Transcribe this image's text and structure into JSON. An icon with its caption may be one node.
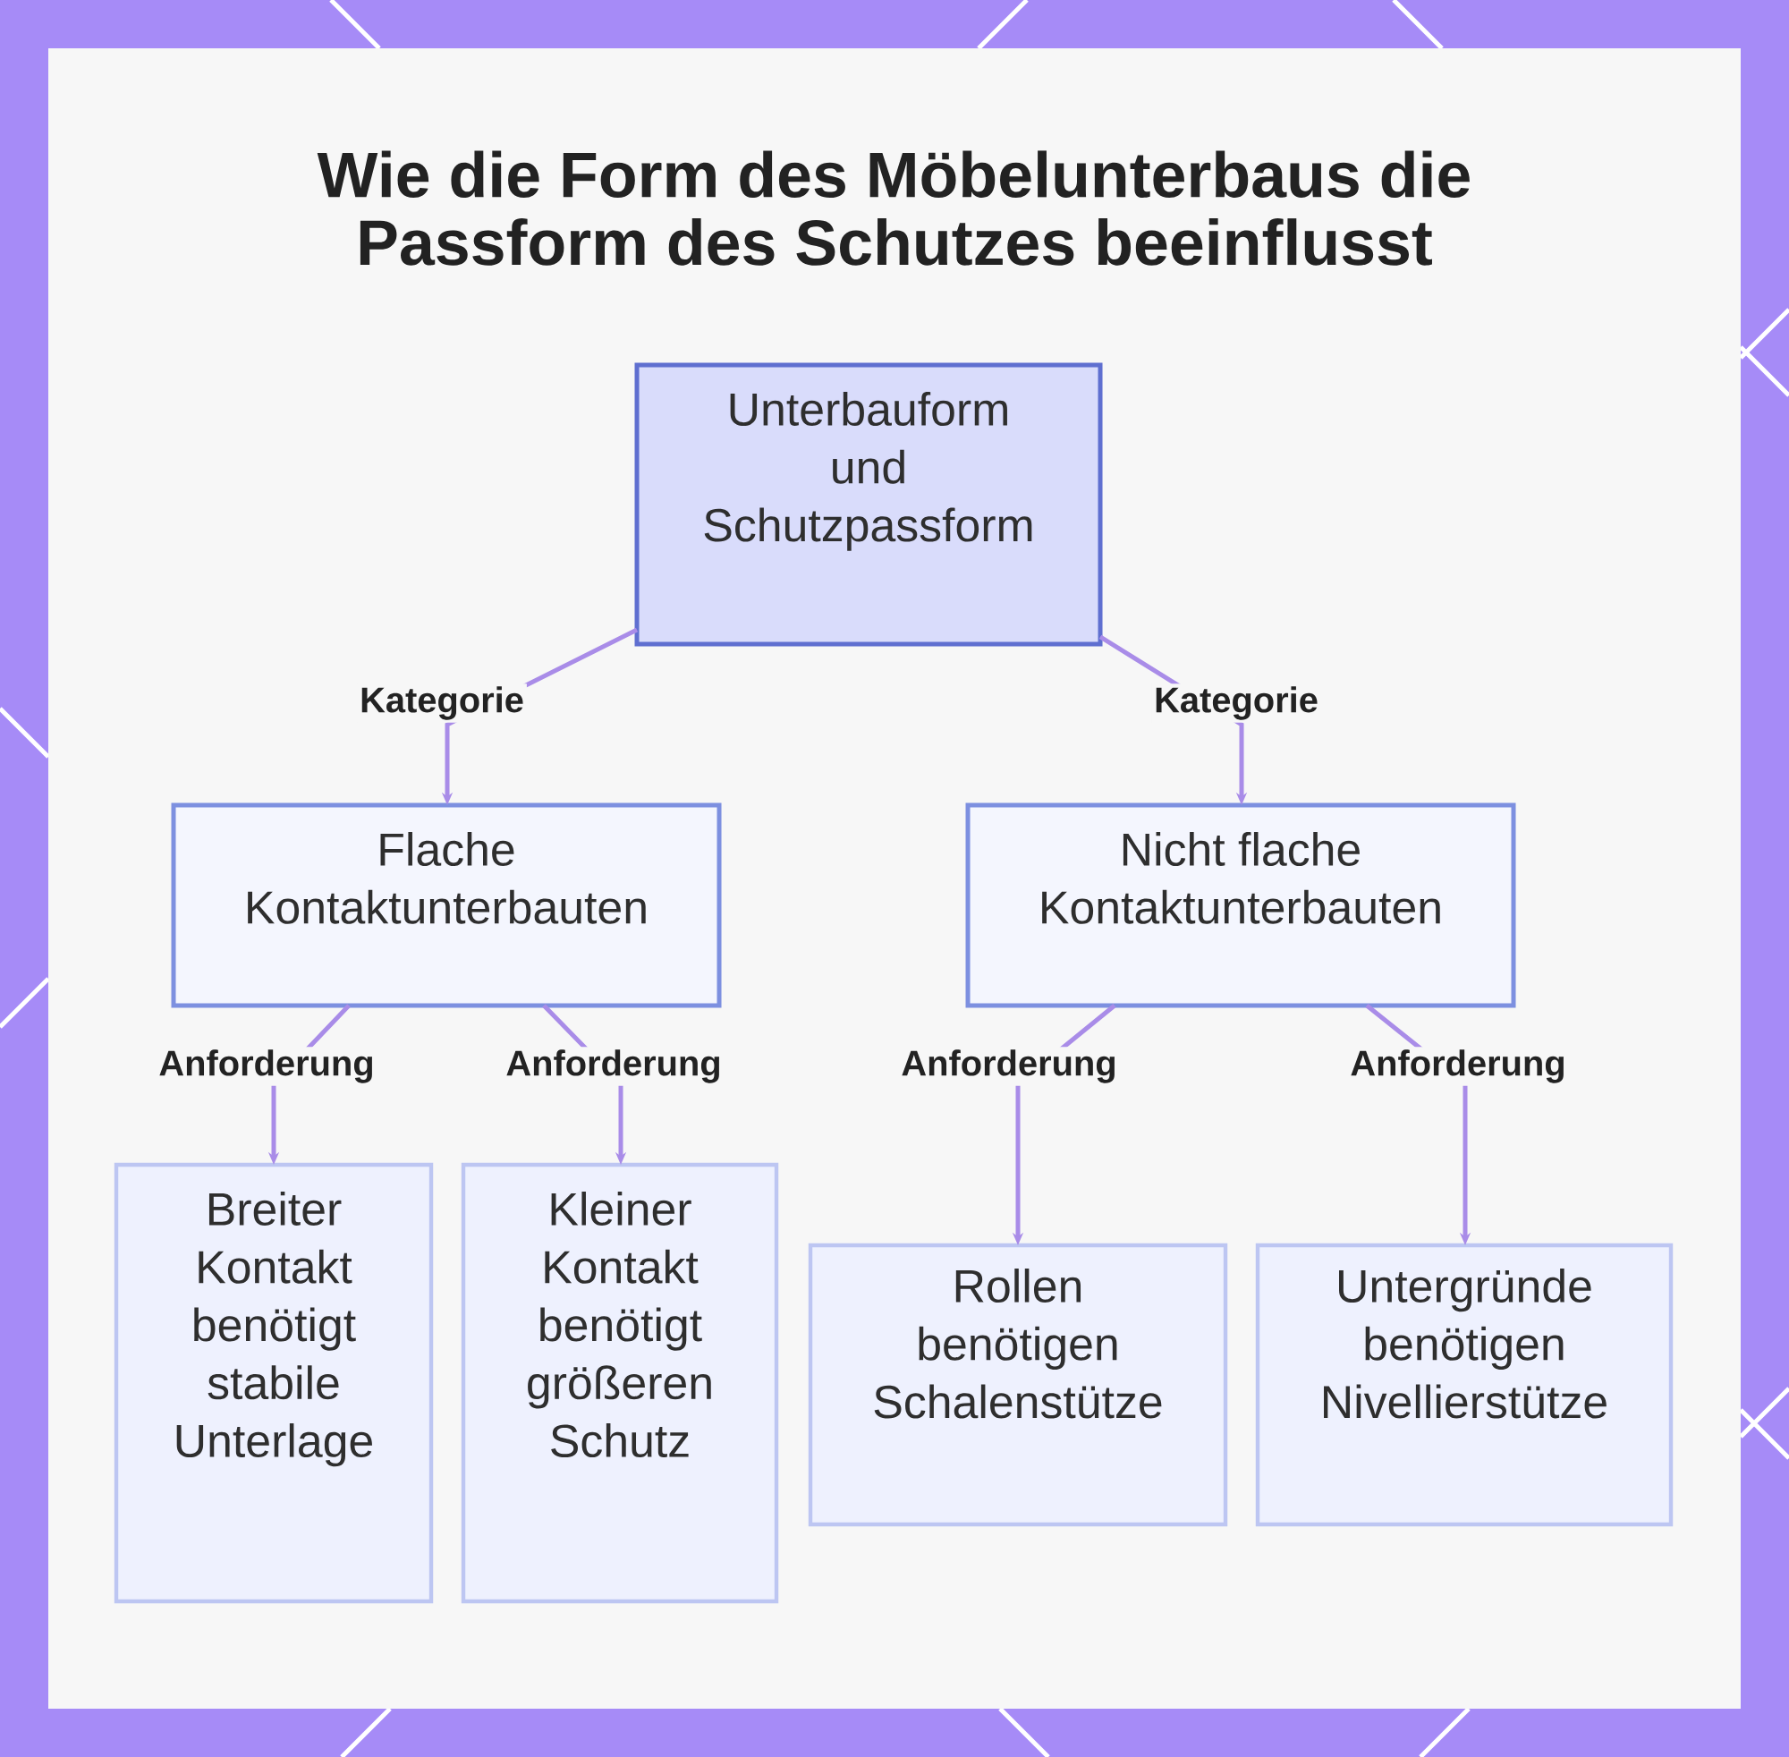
{
  "diagram": {
    "title": "Wie die Form des Möbelunterbaus die Passform des Schutzes beeinflusst",
    "nodes": [
      {
        "text": [
          "Unterbauform und Schutzpassform"
        ]
      },
      {
        "text": [
          "Flache Kontaktunterbauten"
        ]
      },
      {
        "text": [
          "Nicht flache Kontaktunterbauten"
        ]
      },
      {
        "text": [
          "Breiter Kontakt benötigt stabile Unterlage"
        ]
      },
      {
        "text": [
          "Kleiner Kontakt benötigt größeren Schutz"
        ]
      },
      {
        "text": [
          "Rollen benötigen Schalenstütze"
        ]
      },
      {
        "text": [
          "Untergründe benötigen Nivellierstütze"
        ]
      }
    ],
    "edges": [
      {
        "from": 0,
        "to": 1,
        "arrow": "to",
        "label": "Kategorie"
      },
      {
        "from": 0,
        "to": 2,
        "arrow": "to",
        "label": "Kategorie"
      },
      {
        "from": 1,
        "to": 3,
        "arrow": "to",
        "label": "Anforderung"
      },
      {
        "from": 1,
        "to": 4,
        "arrow": "to",
        "label": "Anforderung"
      },
      {
        "from": 2,
        "to": 5,
        "arrow": "to",
        "label": "Anforderung"
      },
      {
        "from": 2,
        "to": 6,
        "arrow": "to",
        "label": "Anforderung"
      }
    ]
  }
}
